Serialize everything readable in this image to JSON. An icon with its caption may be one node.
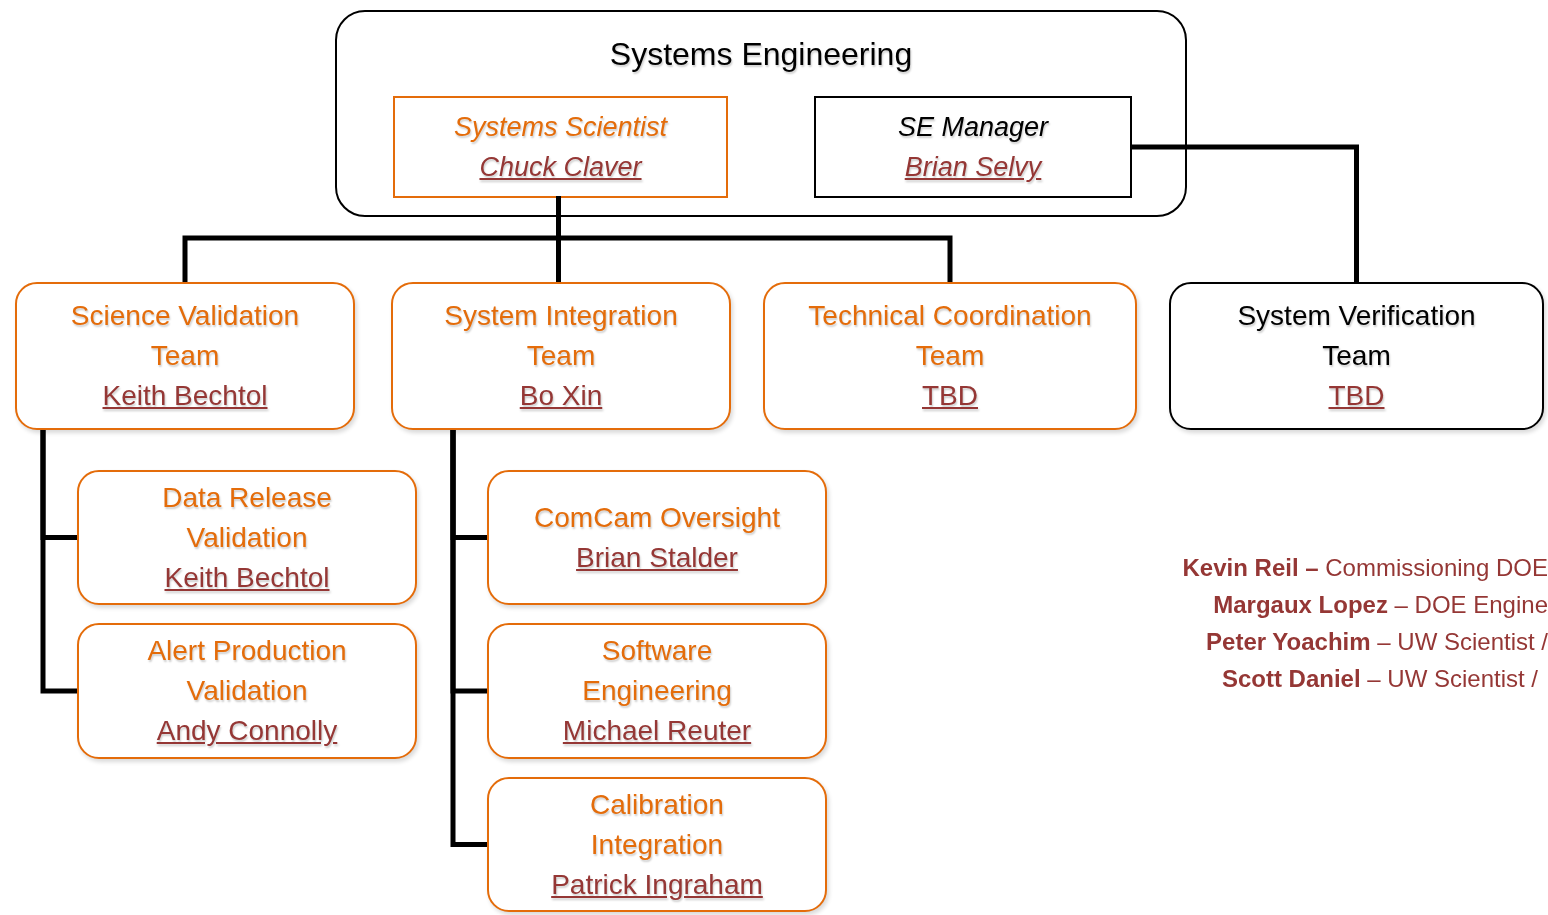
{
  "diagram": {
    "nodes": [
      {
        "text": [
          "Systems Engineering"
        ]
      },
      {
        "text": [
          "Systems Scientist",
          "Chuck Claver"
        ],
        "in": 0
      },
      {
        "text": [
          "SE Manager",
          "Brian Selvy"
        ],
        "in": 0
      },
      {
        "text": [
          "Science Validation Team",
          "Keith Bechtol"
        ]
      },
      {
        "text": [
          "System Integration Team",
          "Bo Xin"
        ]
      },
      {
        "text": [
          "Technical Coordination Team",
          "TBD"
        ]
      },
      {
        "text": [
          "System Verification Team",
          "TBD"
        ]
      },
      {
        "text": [
          "Data Release Validation",
          "Keith Bechtol"
        ]
      },
      {
        "text": [
          "Alert Production Validation",
          "Andy Connolly"
        ]
      },
      {
        "text": [
          "ComCam Oversight",
          "Brian Stalder"
        ]
      },
      {
        "text": [
          "Software Engineering",
          "Michael Reuter"
        ]
      },
      {
        "text": [
          "Calibration Integration",
          "Patrick Ingraham"
        ]
      }
    ],
    "edges": [
      {
        "from": 1,
        "to": 3,
        "arrow": "none"
      },
      {
        "from": 1,
        "to": 4,
        "arrow": "none"
      },
      {
        "from": 1,
        "to": 5,
        "arrow": "none"
      },
      {
        "from": 2,
        "to": 6,
        "arrow": "none"
      },
      {
        "from": 3,
        "to": 7,
        "arrow": "none"
      },
      {
        "from": 3,
        "to": 8,
        "arrow": "none"
      },
      {
        "from": 4,
        "to": 9,
        "arrow": "none"
      },
      {
        "from": 4,
        "to": 10,
        "arrow": "none"
      },
      {
        "from": 4,
        "to": 11,
        "arrow": "none"
      }
    ],
    "labels": [
      "**Kevin Reil –** Commissioning DOE",
      "**Margaux Lopez** – DOE Engine",
      "**Peter Yoachim** – UW Scientist /",
      "**Scott Daniel** – UW Scientist /"
    ]
  }
}
